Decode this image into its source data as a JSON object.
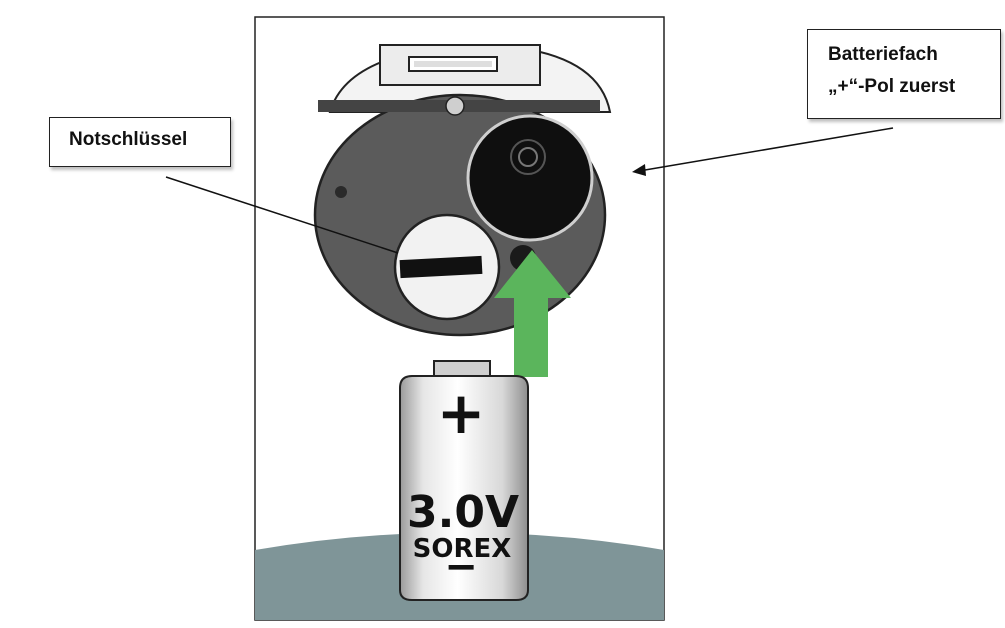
{
  "callouts": {
    "emergency_key": "Notschlüssel",
    "battery_compartment_line1": "Batteriefach",
    "battery_compartment_line2": "„+“-Pol zuerst"
  },
  "battery": {
    "plus_symbol": "+",
    "voltage": "3.0V",
    "brand": "SOREX",
    "minus_symbol": "−"
  },
  "colors": {
    "insert_arrow": "#5bb55c",
    "lock_body": "#5b5b5b",
    "base_band": "#7f9598",
    "frame_border": "#222222"
  },
  "icons": {
    "insert_arrow": "arrow-up-icon",
    "pointer_key": "leader-line",
    "pointer_battery": "leader-arrow"
  }
}
